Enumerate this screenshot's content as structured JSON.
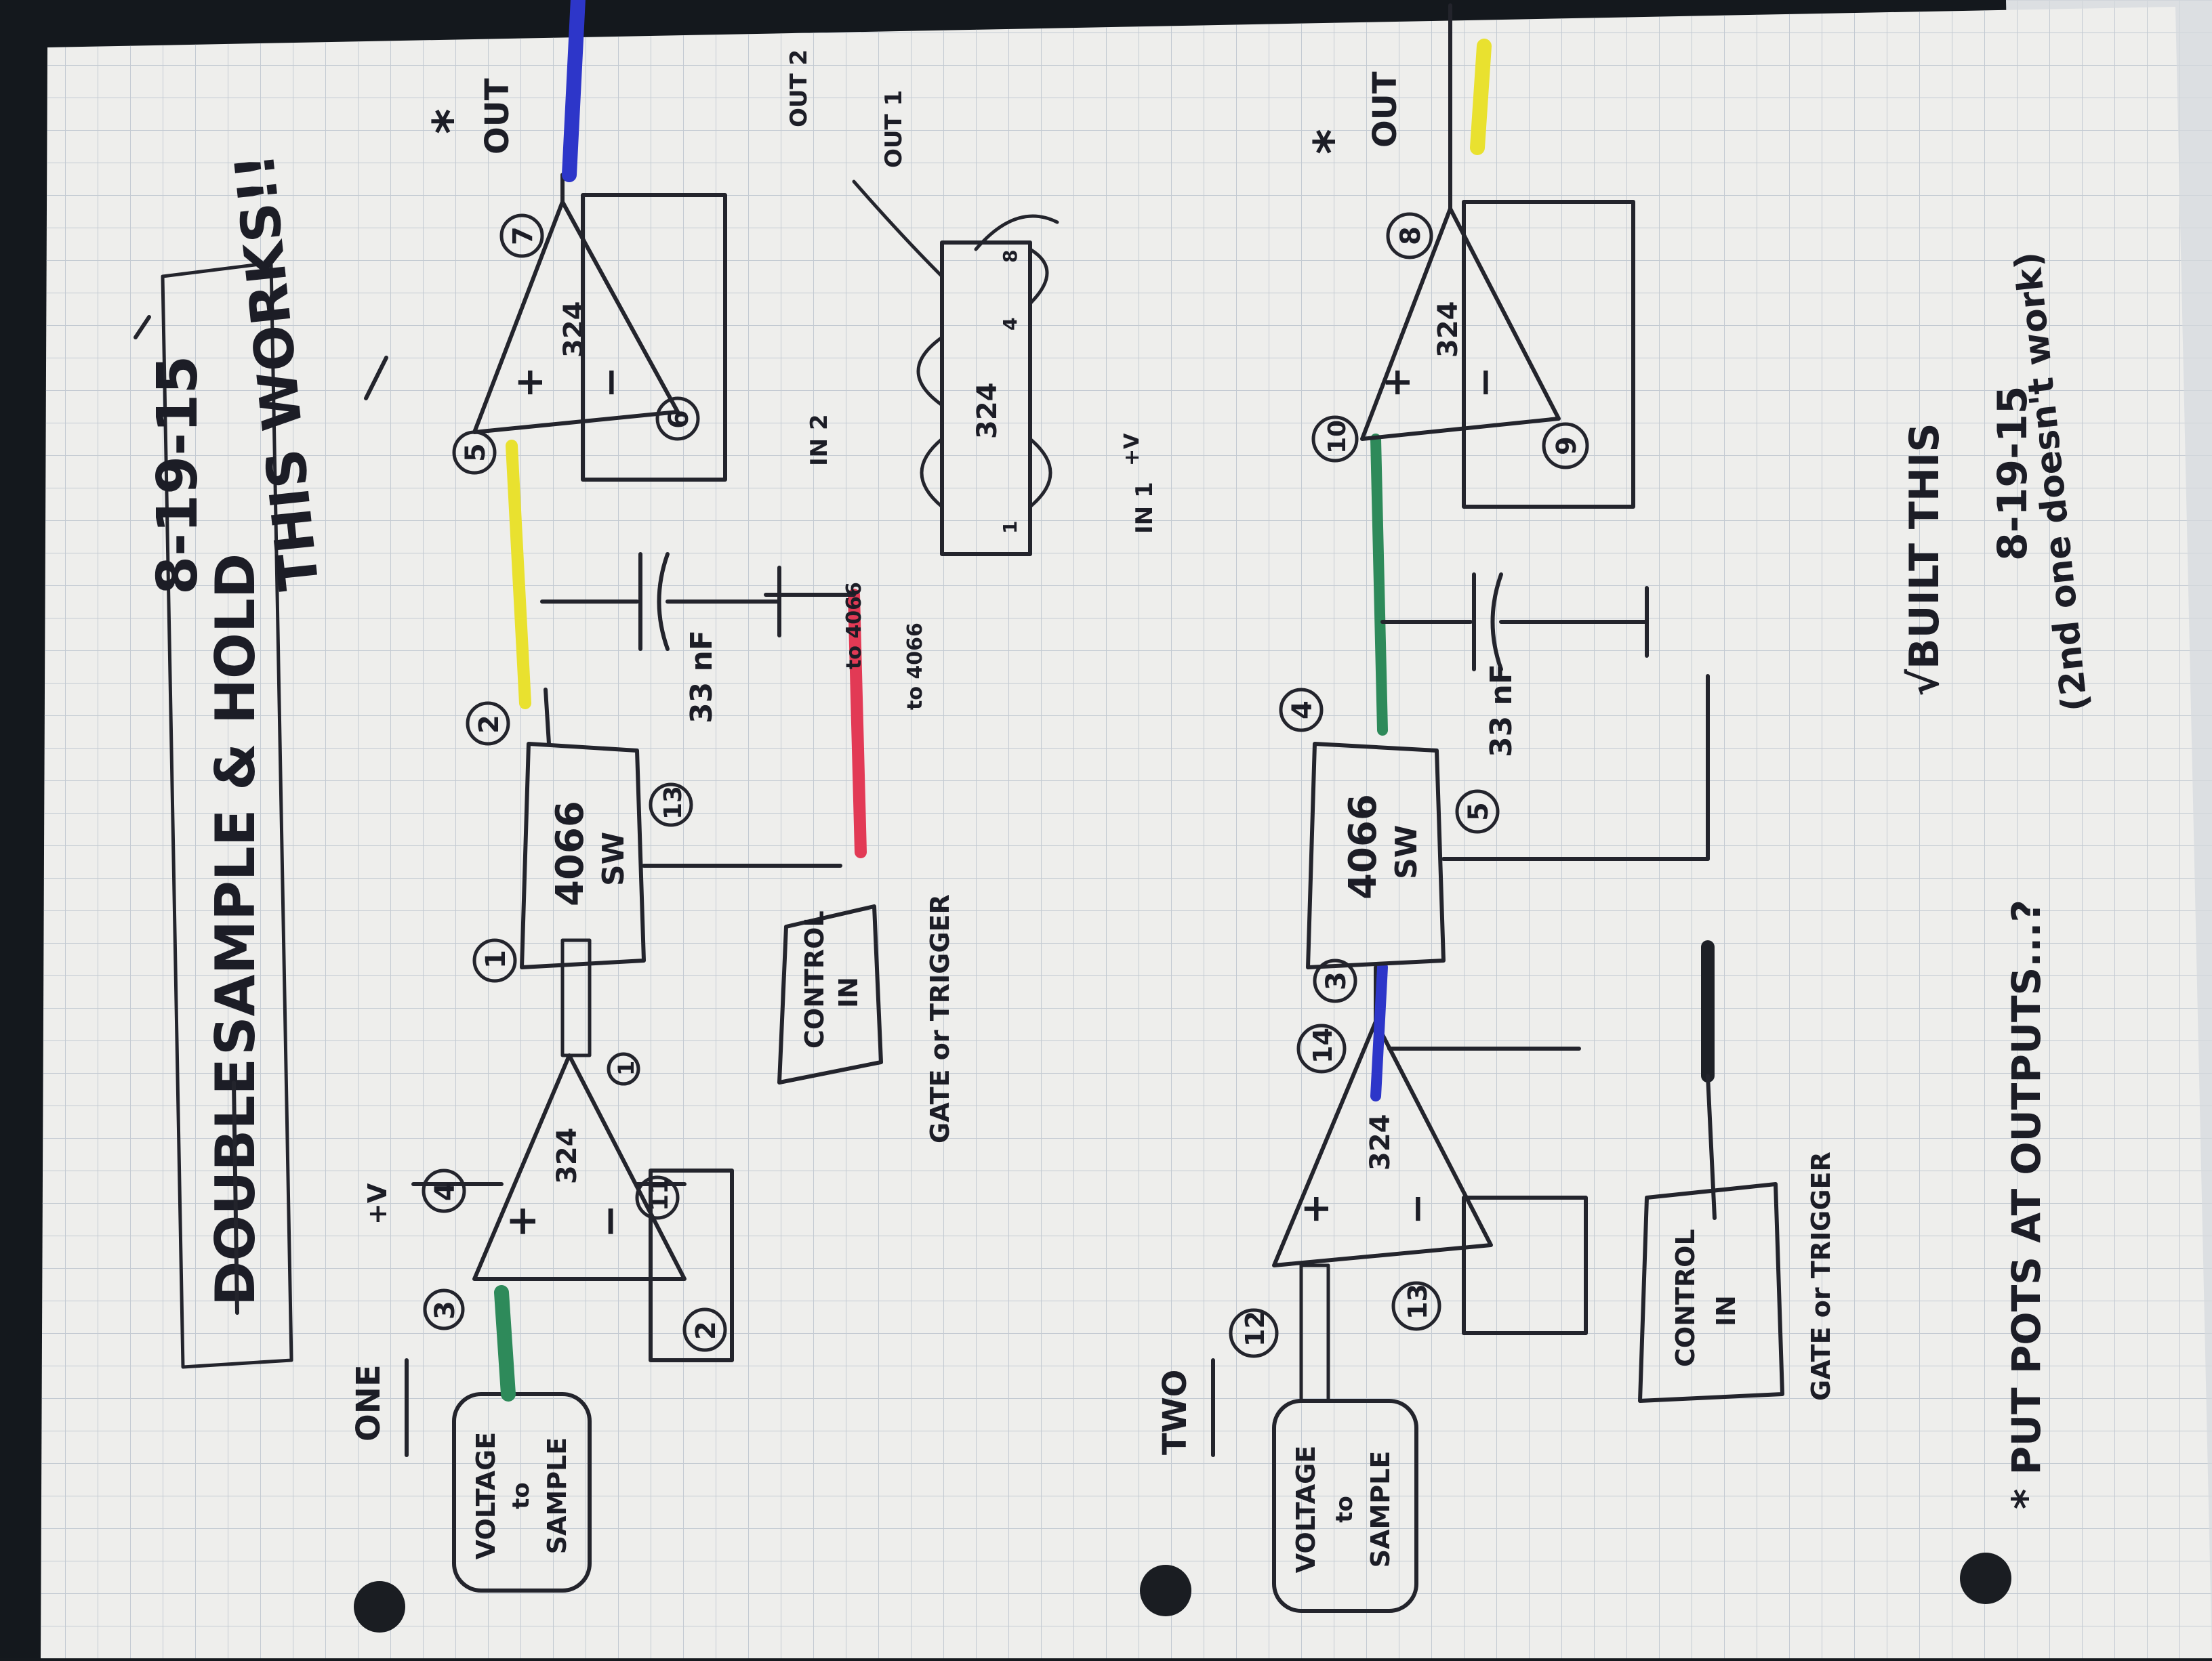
{
  "header": {
    "title_struck": "DOUBLE",
    "title": "SAMPLE & HOLD",
    "date": "8-19-15",
    "status": "THIS WORKS!!"
  },
  "circuit_one": {
    "label": "ONE",
    "input_box": [
      "VOLTAGE",
      "to",
      "SAMPLE"
    ],
    "control_box": [
      "CONTROL",
      "IN"
    ],
    "control_caption": "GATE or TRIGGER",
    "opamp1": {
      "chip": "324",
      "plus": "+",
      "minus": "−",
      "pins": [
        "3",
        "4",
        "11",
        "2",
        "1"
      ],
      "supply": "+V"
    },
    "switch": {
      "chip": "4066",
      "sub": "SW",
      "pins": [
        "1",
        "2",
        "13"
      ]
    },
    "cap": "33 nF",
    "opamp2": {
      "chip": "324",
      "plus": "+",
      "minus": "−",
      "pins": [
        "5",
        "6",
        "7"
      ]
    },
    "out": "OUT",
    "star": "*"
  },
  "circuit_two": {
    "label": "TWO",
    "input_box": [
      "VOLTAGE",
      "to",
      "SAMPLE"
    ],
    "control_box": [
      "CONTROL",
      "IN"
    ],
    "control_caption": "GATE or TRIGGER",
    "opamp1": {
      "chip": "324",
      "plus": "+",
      "minus": "−",
      "pins": [
        "12",
        "13",
        "14"
      ]
    },
    "switch": {
      "chip": "4066",
      "sub": "SW",
      "pins": [
        "3",
        "4",
        "5"
      ]
    },
    "cap": "33 nF",
    "opamp2": {
      "chip": "324",
      "plus": "+",
      "minus": "−",
      "pins": [
        "10",
        "9",
        "8"
      ]
    },
    "out": "OUT",
    "star": "*"
  },
  "chip_sketch": {
    "chip_label": "324",
    "pins": [
      "1",
      "4",
      "8"
    ],
    "labels": [
      "OUT 2",
      "OUT 1",
      "IN 2",
      "IN 1",
      "to 4066",
      "to 4066",
      "+V"
    ]
  },
  "notes": {
    "build_check": "√BUILT THIS",
    "build_date": "8-19-15",
    "build_note": "(2nd one doesn't work)",
    "footnote": "* PUT POTS AT OUTPUTS...?"
  },
  "colors": {
    "paper": "#eeeeec",
    "grid": "#c3cad2",
    "ink": "#23242c",
    "green": "#2e8a5a",
    "yellow": "#e9e12f",
    "blue": "#2d36c9",
    "red": "#e23a55",
    "black": "#1d2026"
  }
}
